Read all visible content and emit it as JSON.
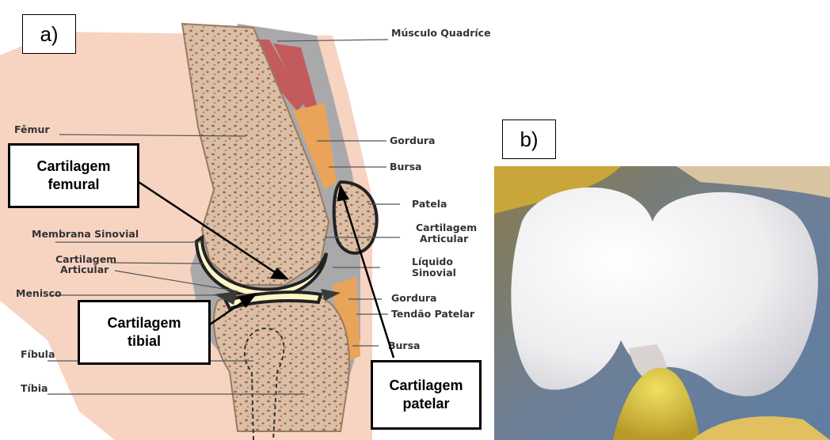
{
  "panel_labels": {
    "a": "a)",
    "b": "b)"
  },
  "anatomy_labels": {
    "quadriceps": "Músculo Quadríceps",
    "femur": "Fêmur",
    "gordura_top": "Gordura",
    "bursa_top": "Bursa",
    "patela": "Patela",
    "cartilagem_articular_right_1": "Cartilagem",
    "cartilagem_articular_right_2": "Articular",
    "membrana_sinovial": "Membrana Sinovial",
    "cartilagem_articular_left_1": "Cartilagem",
    "cartilagem_articular_left_2": "Articular",
    "liquido_1": "Líquido",
    "liquido_2": "Sinovial",
    "menisco": "Menisco",
    "gordura_bottom": "Gordura",
    "tendao_patelar": "Tendão Patelar",
    "bursa_bottom": "Bursa",
    "fibula": "Fíbula",
    "tibia": "Tíbia"
  },
  "callouts": {
    "femural_1": "Cartilagem",
    "femural_2": "femural",
    "tibial_1": "Cartilagem",
    "tibial_2": "tibial",
    "patelar_1": "Cartilagem",
    "patelar_2": "patelar"
  }
}
